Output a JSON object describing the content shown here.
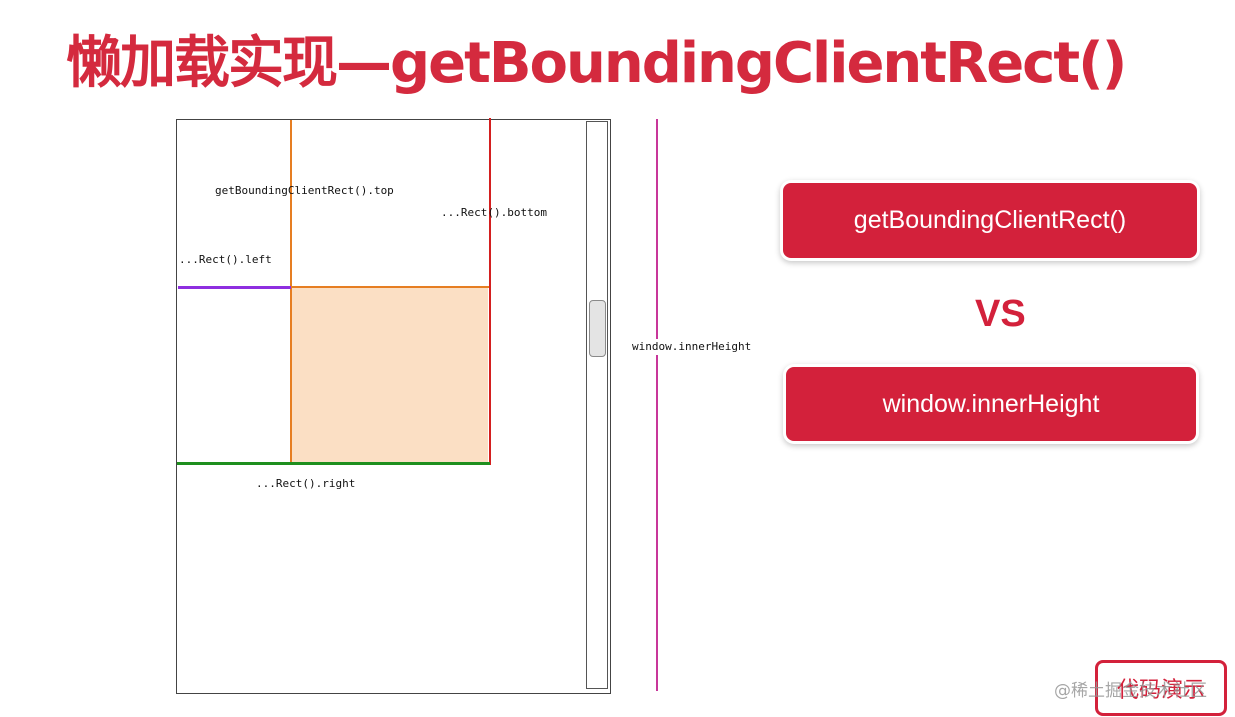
{
  "slide": {
    "title": "懒加载实现—getBoundingClientRect()"
  },
  "diagram": {
    "labels": {
      "top": "getBoundingClientRect().top",
      "bottom": "...Rect().bottom",
      "left": "...Rect().left",
      "right": "...Rect().right",
      "inner_height": "window.innerHeight"
    }
  },
  "comparison": {
    "first": "getBoundingClientRect()",
    "versus": "VS",
    "second": "window.innerHeight"
  },
  "demo": {
    "button_label": "代码演示"
  },
  "watermark": {
    "text": "@稀土掘金技术社区"
  },
  "colors": {
    "accent": "#d3213b",
    "top_line": "#e67e22",
    "bottom_line": "#d41f1f",
    "left_line": "#8e2fe0",
    "right_line": "#1e8f1e",
    "inner_height_line": "#c8369a",
    "element_fill": "#fbdfc4"
  }
}
